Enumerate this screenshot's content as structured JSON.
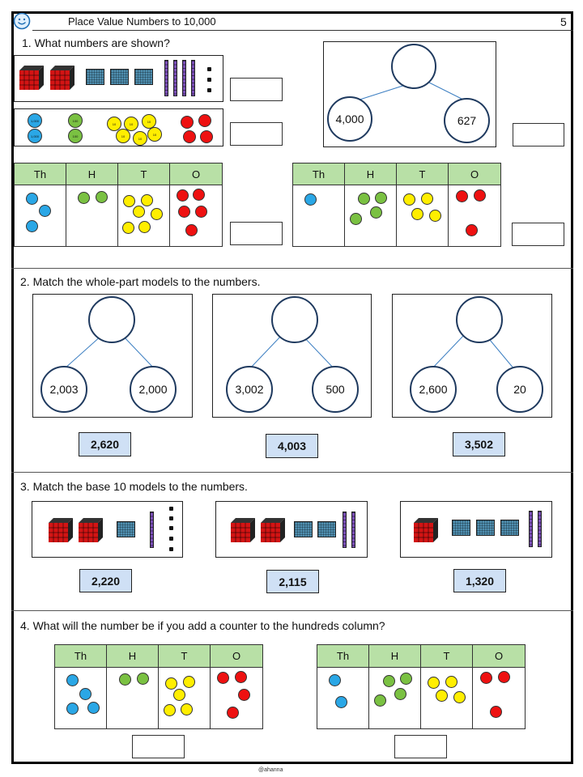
{
  "header": {
    "title": "Place Value Numbers to 10,000",
    "page_number": "5",
    "footer": "@ahanna"
  },
  "q1": {
    "prompt": "1. What numbers are shown?",
    "part_whole_parts": [
      "4,000",
      "627"
    ],
    "coins": {
      "thousands": "1,000",
      "hundreds": "100",
      "tens": "10"
    },
    "table_headers": [
      "Th",
      "H",
      "T",
      "O"
    ],
    "table_a": {
      "Th": 3,
      "H": 2,
      "T": 6,
      "O": 5
    },
    "table_b": {
      "Th": 1,
      "H": 4,
      "T": 4,
      "O": 3
    }
  },
  "q2": {
    "prompt": "2. Match the whole-part models to the numbers.",
    "models": [
      {
        "parts": [
          "2,003",
          "2,000"
        ]
      },
      {
        "parts": [
          "3,002",
          "500"
        ]
      },
      {
        "parts": [
          "2,600",
          "20"
        ]
      }
    ],
    "cards": [
      "2,620",
      "4,003",
      "3,502"
    ]
  },
  "q3": {
    "prompt": "3. Match the base 10 models to the numbers.",
    "cards": [
      "2,220",
      "2,115",
      "1,320"
    ]
  },
  "q4": {
    "prompt": "4. What will the number be if you add a counter to the hundreds column?",
    "table_headers": [
      "Th",
      "H",
      "T",
      "O"
    ],
    "table_a": {
      "Th": 4,
      "H": 2,
      "T": 5,
      "O": 4
    },
    "table_b": {
      "Th": 2,
      "H": 4,
      "T": 4,
      "O": 3
    }
  },
  "colors": {
    "thousands": "#2aa7e6",
    "hundreds": "#7ac142",
    "tens": "#ffee00",
    "ones": "#ee1111",
    "header_green": "#b8e0a6",
    "card_blue": "#cfe0f5"
  }
}
